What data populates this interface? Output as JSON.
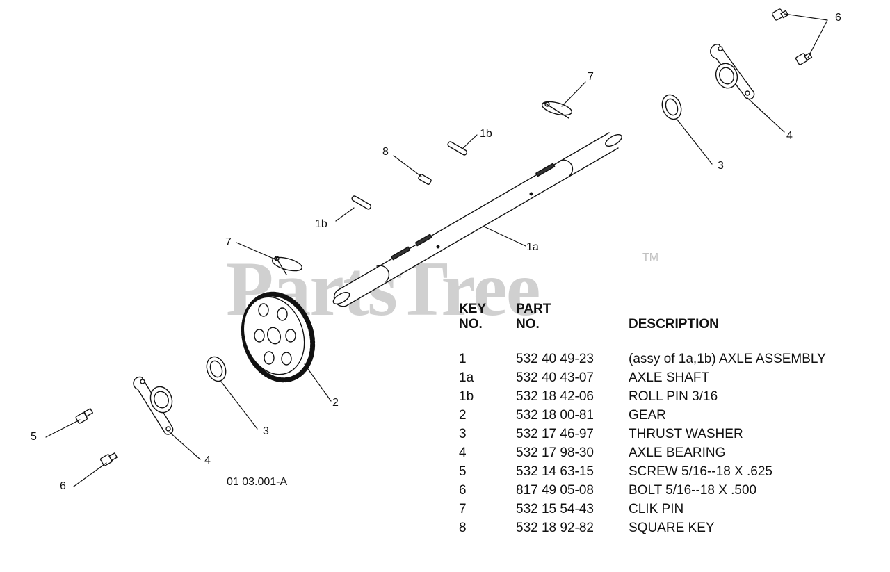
{
  "watermark": "PartsTree",
  "watermark_tm": "TM",
  "callouts": {
    "c6_top": "6",
    "c7_top": "7",
    "c4_top": "4",
    "c3_top": "3",
    "c1b_top": "1b",
    "c8": "8",
    "c1b_left": "1b",
    "c1a": "1a",
    "c7_left": "7",
    "c2": "2",
    "c3_bottom": "3",
    "c5": "5",
    "c4_bottom": "4",
    "c6_bottom": "6"
  },
  "diagram_code": "01 03.001-A",
  "parts_table": {
    "headers": {
      "key_line1": "KEY",
      "key_line2": "NO.",
      "part_line1": "PART",
      "part_line2": "NO.",
      "description": "DESCRIPTION"
    },
    "rows": [
      {
        "key": "1",
        "part": "532 40 49-23",
        "description": "(assy of 1a,1b) AXLE ASSEMBLY"
      },
      {
        "key": "1a",
        "part": "532 40 43-07",
        "description": "AXLE SHAFT"
      },
      {
        "key": "1b",
        "part": "532 18 42-06",
        "description": "ROLL PIN 3/16"
      },
      {
        "key": "2",
        "part": "532 18 00-81",
        "description": "GEAR"
      },
      {
        "key": "3",
        "part": "532 17 46-97",
        "description": "THRUST WASHER"
      },
      {
        "key": "4",
        "part": "532 17 98-30",
        "description": "AXLE BEARING"
      },
      {
        "key": "5",
        "part": "532 14 63-15",
        "description": "SCREW 5/16--18 X .625"
      },
      {
        "key": "6",
        "part": "817 49 05-08",
        "description": "BOLT 5/16--18 X .500"
      },
      {
        "key": "7",
        "part": "532 15 54-43",
        "description": "CLIK PIN"
      },
      {
        "key": "8",
        "part": "532 18 92-82",
        "description": "SQUARE KEY"
      }
    ]
  }
}
